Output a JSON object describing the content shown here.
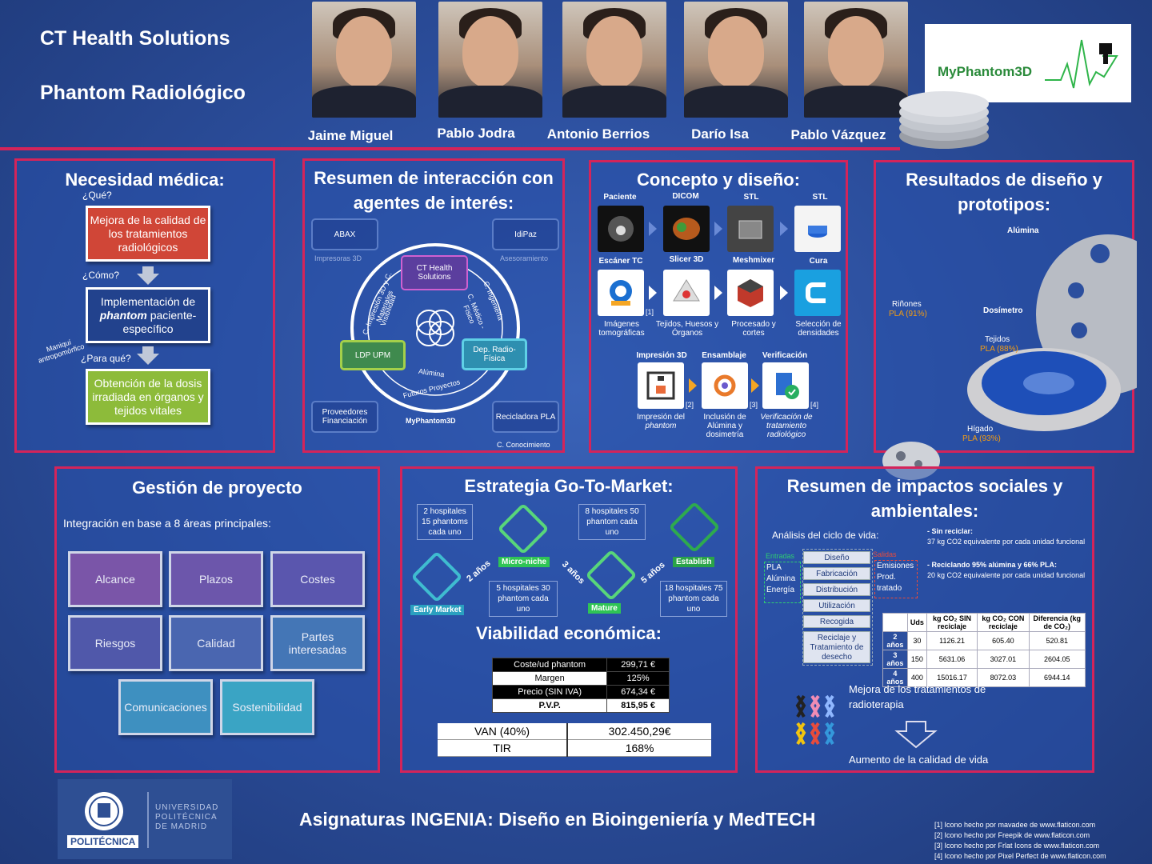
{
  "header": {
    "org": "CT Health Solutions",
    "subtitle": "Phantom Radiológico",
    "logo_text": "MyPhantom3D",
    "team": [
      "Jaime Miguel",
      "Pablo Jodra",
      "Antonio Berrios",
      "Darío Isa",
      "Pablo Vázquez"
    ]
  },
  "colors": {
    "accent": "#d4245a",
    "background": "#2c4f9e",
    "green": "#58d67a"
  },
  "necesidad": {
    "title": "Necesidad médica:",
    "q1": "¿Qué?",
    "box1": "Mejora de la calidad de los tratamientos radiológicos",
    "q2": "¿Cómo?",
    "box2_pre": "Implementación de",
    "box2_em": "phantom",
    "box2_post": "paciente-específico",
    "side": "Maniquí antropomórfico",
    "q3": "¿Para qué?",
    "box3": "Obtención de la dosis irradiada en órganos y tejidos vitales"
  },
  "interaccion": {
    "title": "Resumen de interacción con agentes de interés:",
    "abax": "ABAX",
    "abax_sub": "Impresoras 3D",
    "idipaz": "IdiPaz",
    "idipaz_sub": "Asesoramiento",
    "center": "CT Health Solutions",
    "ldp": "LDP UPM",
    "dep": "Dep. Radio-Física",
    "proveedores": "Proveedores Financiación",
    "recicladora": "Recicladora PLA",
    "c_conocimiento": "C. Conocimiento",
    "ring_left": "C. Impresión 3D y C. Materiales",
    "ring_vis": "Visibilidad",
    "ring_right": "C. Ingeniería",
    "ring_med": "C. Médico -Físico",
    "ring_alumina": "Alúmina",
    "ring_futuros": "Futuros Proyectos",
    "ring_brand": "MyPhantom3D"
  },
  "concepto": {
    "title": "Concepto y diseño:",
    "top_labels": [
      "Paciente",
      "DICOM",
      "STL",
      "STL"
    ],
    "row1": [
      "Escáner TC",
      "Slicer 3D",
      "Meshmixer",
      "Cura"
    ],
    "row2": [
      "Imágenes tomográficas",
      "Tejidos, Huesos y Órganos",
      "Procesado y cortes",
      "Selección de densidades"
    ],
    "ref1": "[1]",
    "row3_head": [
      "Impresión 3D",
      "Ensamblaje",
      "Verificación"
    ],
    "refs3": [
      "[2]",
      "[3]",
      "[4]"
    ],
    "row3_a": "Impresión del",
    "row3_a_em": "phantom",
    "row3_b": "Inclusión de Alúmina y dosimetría",
    "row3_c": "Verificación de tratamiento radiológico"
  },
  "resultados": {
    "title": "Resultados de diseño y prototipos:",
    "alumina": "Alúmina",
    "rinones": "Riñones",
    "rinones_pla": "PLA (91%)",
    "dosimetro": "Dosímetro",
    "tejidos": "Tejidos",
    "tejidos_pla": "PLA (88%)",
    "higado": "Hígado",
    "higado_pla": "PLA (93%)"
  },
  "gestion": {
    "title": "Gestión de proyecto",
    "intro": "Integración en base a 8 áreas principales:",
    "areas": [
      "Alcance",
      "Plazos",
      "Costes",
      "Riesgos",
      "Calidad",
      "Partes interesadas",
      "Comunicaciones",
      "Sostenibilidad"
    ]
  },
  "gtm": {
    "title": "Estrategia Go-To-Market:",
    "early": "Early Market",
    "micro": "Micro-niche",
    "mature": "Mature",
    "establish": "Establish",
    "n1": "2 hospitales 15 phantoms cada uno",
    "n2": "8 hospitales 50 phantom cada uno",
    "n3": "5 hospitales 30 phantom cada uno",
    "n4": "18 hospitales 75 phantom cada uno",
    "y2": "2 años",
    "y3": "3 años",
    "y5": "5 años",
    "viab_title": "Viabilidad económica:",
    "fin": [
      [
        "Coste/ud phantom",
        "299,71 €"
      ],
      [
        "Margen",
        "125%"
      ],
      [
        "Precio (SIN IVA)",
        "674,34 €"
      ],
      [
        "P.V.P.",
        "815,95 €"
      ]
    ],
    "big": [
      [
        "VAN (40%)",
        "302.450,29€"
      ],
      [
        "TIR",
        "168%"
      ]
    ]
  },
  "impactos": {
    "title": "Resumen de impactos sociales y ambientales:",
    "lca": "Análisis del ciclo de vida:",
    "entradas": "Entradas",
    "salidas": "Salidas",
    "inputs": [
      "PLA",
      "Alúmina",
      "Energía"
    ],
    "outputs": [
      "Emisiones",
      "Prod. tratado"
    ],
    "steps": [
      "Diseño",
      "Fabricación",
      "Distribución",
      "Utilización",
      "Recogida",
      "Reciclaje y Tratamiento de desecho"
    ],
    "no_recycle_head": "- Sin reciclar:",
    "no_recycle": "37 kg CO2 equivalente por cada unidad funcional",
    "recycle_head": "- Reciclando 95% alúmina y 66% PLA:",
    "recycle": "20 kg CO2 equivalente por cada unidad funcional",
    "table_head": [
      "",
      "Uds",
      "kg CO₂ SIN reciclaje",
      "kg CO₂ CON reciclaje",
      "Diferencia (kg de CO₂)"
    ],
    "table_rows": [
      [
        "2 años",
        "30",
        "1126.21",
        "605.40",
        "520.81"
      ],
      [
        "3 años",
        "150",
        "5631.06",
        "3027.01",
        "2604.05"
      ],
      [
        "4 años",
        "400",
        "15016.17",
        "8072.03",
        "6944.14"
      ]
    ],
    "mejora": "Mejora de los tratamientos de radioterapia",
    "aumento": "Aumento de la calidad de vida"
  },
  "footer": {
    "course": "Asignaturas INGENIA: Diseño en Bioingeniería y MedTECH",
    "univ": "UNIVERSIDAD POLITÉCNICA DE MADRID",
    "politecnica": "POLITÉCNICA",
    "refs": [
      "[1] Icono hecho por mavadee de www.flaticon.com",
      "[2] Icono hecho por Freepik de www.flaticon.com",
      "[3] Icono hecho por Frlat Icons de www.flaticon.com",
      "[4] Icono hecho por Pixel Perfect de www.flaticon.com"
    ]
  }
}
